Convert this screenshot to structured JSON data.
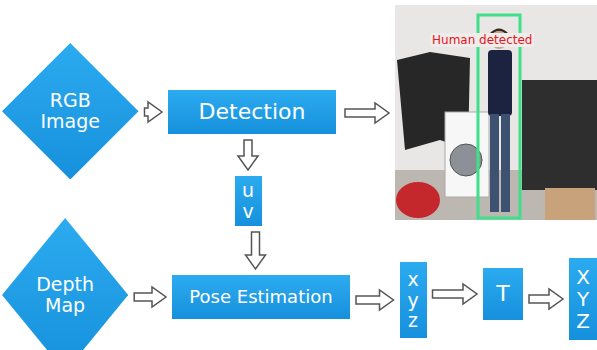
{
  "diagram": {
    "nodes": [
      {
        "text": [
          "RGB Image"
        ]
      },
      {
        "text": [
          "Detection"
        ]
      },
      {
        "text": [
          "u v"
        ]
      },
      {
        "text": [
          "Depth Map"
        ]
      },
      {
        "text": [
          "Pose Estimation"
        ]
      },
      {
        "text": [
          "x y z"
        ]
      },
      {
        "text": [
          "T"
        ]
      },
      {
        "text": [
          "X Y Z"
        ]
      }
    ],
    "edges": [
      {
        "from": 0,
        "to": 1,
        "arrow": "to"
      },
      {
        "from": 1,
        "to": 2,
        "arrow": "to"
      },
      {
        "from": 2,
        "to": 4,
        "arrow": "to"
      },
      {
        "from": 3,
        "to": 4,
        "arrow": "to"
      },
      {
        "from": 4,
        "to": 5,
        "arrow": "to"
      },
      {
        "from": 5,
        "to": 6,
        "arrow": "to"
      },
      {
        "from": 6,
        "to": 7,
        "arrow": "to"
      }
    ],
    "labels": [
      "Human detected"
    ]
  }
}
